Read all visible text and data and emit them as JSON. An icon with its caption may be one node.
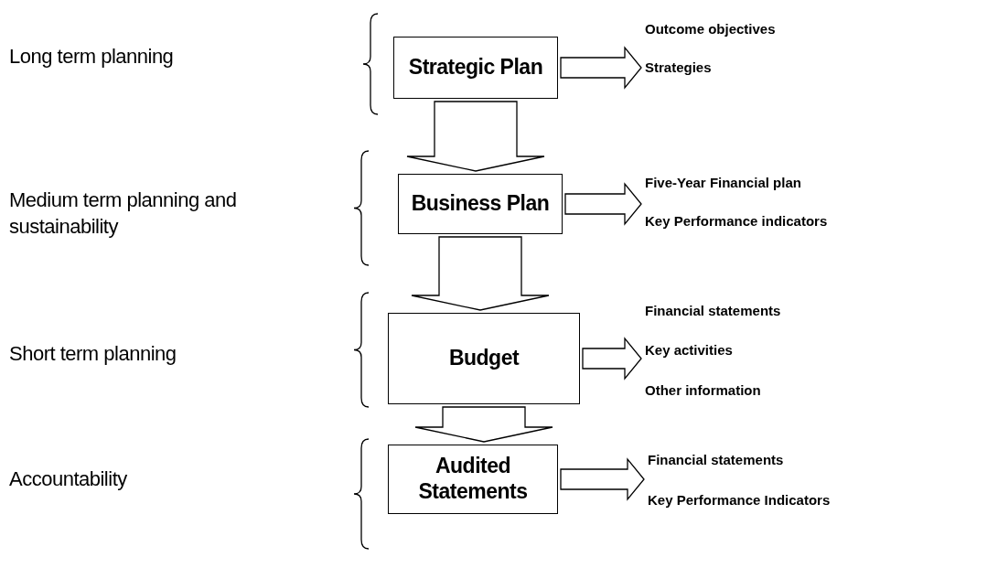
{
  "diagram": {
    "nodes": [
      {
        "text": [
          "Strategic Plan"
        ]
      },
      {
        "text": [
          "Outcome objectives",
          "Strategies"
        ]
      },
      {
        "text": [
          "Business Plan"
        ]
      },
      {
        "text": [
          "Five-Year Financial plan",
          "Key Performance indicators"
        ]
      },
      {
        "text": [
          "Budget"
        ]
      },
      {
        "text": [
          "Financial statements",
          "Key activities",
          "Other information"
        ]
      },
      {
        "text": [
          "Audited Statements"
        ]
      },
      {
        "text": [
          "Financial statements",
          "Key Performance Indicators"
        ]
      }
    ],
    "edges": [
      {
        "from": 0,
        "to": 1,
        "arrow": "to"
      },
      {
        "from": 0,
        "to": 2,
        "arrow": "to"
      },
      {
        "from": 2,
        "to": 3,
        "arrow": "to"
      },
      {
        "from": 2,
        "to": 4,
        "arrow": "to"
      },
      {
        "from": 4,
        "to": 5,
        "arrow": "to"
      },
      {
        "from": 4,
        "to": 6,
        "arrow": "to"
      },
      {
        "from": 6,
        "to": 7,
        "arrow": "to"
      }
    ],
    "labels": [
      "Long term planning",
      "Medium term planning and sustainability",
      "Short term planning",
      "Accountability"
    ]
  }
}
